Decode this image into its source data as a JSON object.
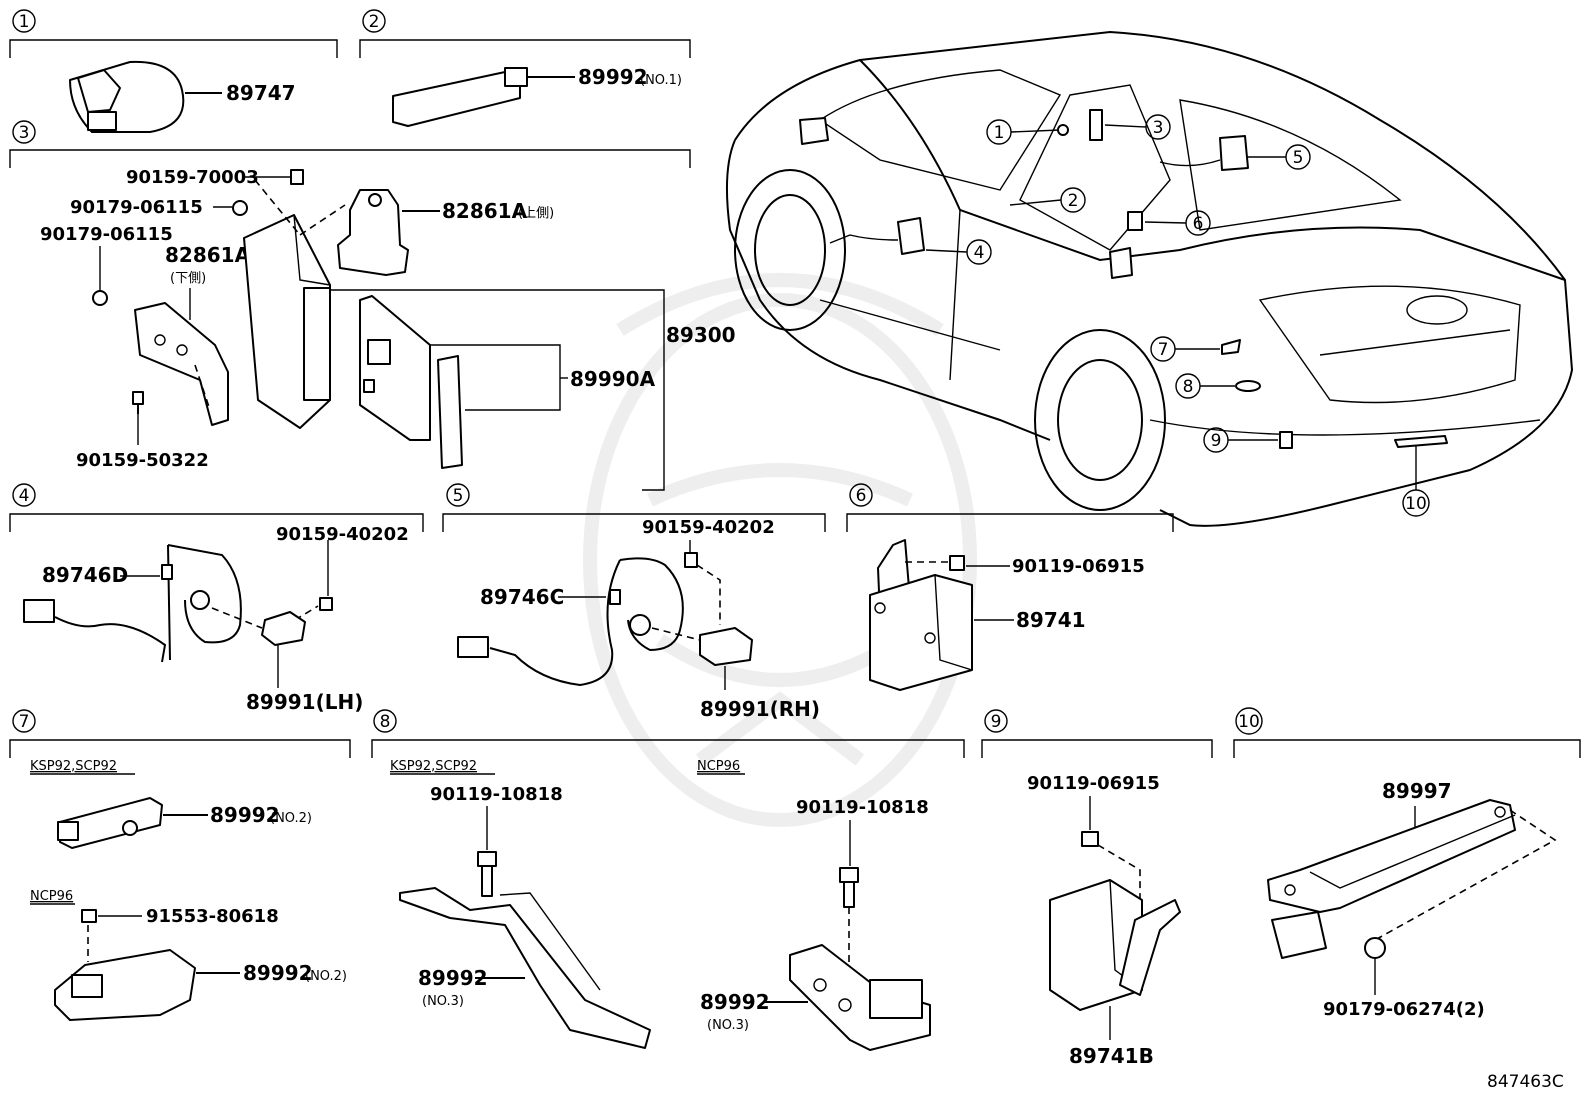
{
  "sections": [
    {
      "id": "1",
      "labels": [
        "89747"
      ]
    },
    {
      "id": "2",
      "labels": [
        "89992",
        "(NO.1)"
      ]
    },
    {
      "id": "3",
      "labels": [
        "90159-70003",
        "90179-06115",
        "90179-06115",
        "82861A",
        "(上側)",
        "82861A",
        "(下側)",
        "89300",
        "89990A",
        "90159-50322"
      ]
    },
    {
      "id": "4",
      "labels": [
        "89746D",
        "90159-40202",
        "89991(LH)"
      ]
    },
    {
      "id": "5",
      "labels": [
        "90159-40202",
        "89746C",
        "89991(RH)"
      ]
    },
    {
      "id": "6",
      "labels": [
        "90119-06915",
        "89741"
      ]
    },
    {
      "id": "7",
      "variants": [
        "KSP92,SCP92",
        "NCP96"
      ],
      "labels": [
        "89992",
        "(NO.2)",
        "91553-80618",
        "89992",
        "(NO.2)"
      ]
    },
    {
      "id": "8",
      "variants": [
        "KSP92,SCP92",
        "NCP96"
      ],
      "labels": [
        "90119-10818",
        "89992",
        "(NO.3)",
        "90119-10818",
        "89992",
        "(NO.3)"
      ]
    },
    {
      "id": "9",
      "labels": [
        "90119-06915",
        "89741B"
      ]
    },
    {
      "id": "10",
      "labels": [
        "89997",
        "90179-06274(2)"
      ]
    }
  ],
  "car_callouts": [
    "1",
    "2",
    "3",
    "4",
    "5",
    "6",
    "7",
    "8",
    "9",
    "10"
  ],
  "doc_id": "847463C",
  "colors": {
    "ink": "#000000",
    "background": "#ffffff",
    "watermark": "#cfcfcf"
  },
  "icons": [
    "circled-number-icon",
    "bolt-icon",
    "nut-icon",
    "clip-icon"
  ]
}
